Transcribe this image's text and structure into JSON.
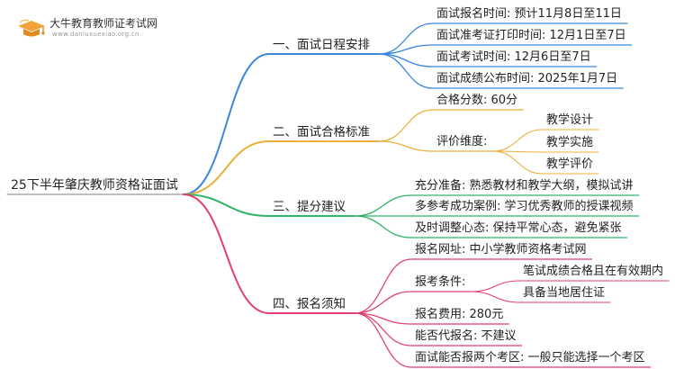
{
  "brand": {
    "title": "大牛教育教师证考试网",
    "url": "www.daniuxuexiao.org.cn"
  },
  "root": "25下半年肇庆教师资格证面试",
  "branches": [
    {
      "label": "一、面试日程安排",
      "color": "#3a86e0",
      "children": [
        {
          "label": "面试报名时间: 预计11月8日至11日"
        },
        {
          "label": "面试准考证打印时间: 12月1日至7日"
        },
        {
          "label": "面试考试时间: 12月6日至7日"
        },
        {
          "label": "面试成绩公布时间: 2025年1月7日"
        }
      ]
    },
    {
      "label": "二、面试合格标准",
      "color": "#eab03a",
      "children": [
        {
          "label": "合格分数: 60分"
        },
        {
          "label": "评价维度:",
          "children": [
            "教学设计",
            "教学实施",
            "教学评价"
          ]
        }
      ]
    },
    {
      "label": "三、提分建议",
      "color": "#30b36a",
      "children": [
        {
          "label": "充分准备: 熟悉教材和教学大纲，模拟试讲"
        },
        {
          "label": "多参考成功案例: 学习优秀教师的授课视频"
        },
        {
          "label": "及时调整心态: 保持平常心态，避免紧张"
        }
      ]
    },
    {
      "label": "四、报名须知",
      "color": "#e23f6e",
      "children": [
        {
          "label": "报名网址: 中小学教师资格考试网"
        },
        {
          "label": "报考条件:",
          "children": [
            "笔试成绩合格且在有效期内",
            "具备当地居住证"
          ]
        },
        {
          "label": "报名费用: 280元"
        },
        {
          "label": "能否代报名: 不建议"
        },
        {
          "label": "面试能否报两个考区: 一般只能选择一个考区"
        }
      ]
    }
  ]
}
